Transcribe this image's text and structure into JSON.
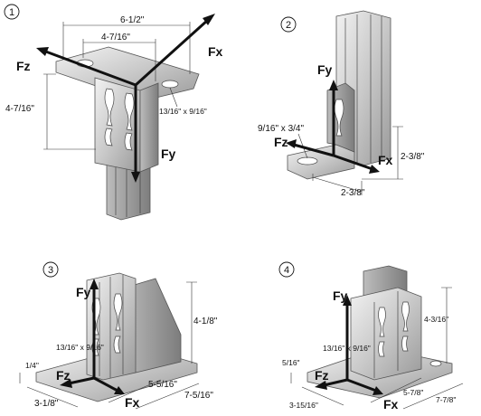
{
  "panels": [
    {
      "number": "1",
      "forces": {
        "fx": "Fx",
        "fy": "Fy",
        "fz": "Fz"
      },
      "dims": {
        "overall_width": "6-1/2\"",
        "inner_width": "4-7/16\"",
        "height": "4-7/16\"",
        "hole": "13/16\" x 9/16\""
      }
    },
    {
      "number": "2",
      "forces": {
        "fx": "Fx",
        "fy": "Fy",
        "fz": "Fz"
      },
      "dims": {
        "hole": "9/16\" x 3/4\"",
        "height": "2-3/8\"",
        "width": "2-3/8\""
      }
    },
    {
      "number": "3",
      "forces": {
        "fx": "Fx",
        "fy": "Fy",
        "fz": "Fz"
      },
      "dims": {
        "height": "4-1/8\"",
        "hole": "13/16\" x 9/16\"",
        "thickness": "1/4\"",
        "base_depth": "3-1/8\"",
        "inner_length": "5-5/16\"",
        "overall_length": "7-5/16\""
      }
    },
    {
      "number": "4",
      "forces": {
        "fx": "Fx",
        "fy": "Fy",
        "fz": "Fz"
      },
      "dims": {
        "height": "4-3/16\"",
        "hole": "13/16\" x 9/16\"",
        "thickness": "5/16\"",
        "base_depth": "3-15/16\"",
        "inner_length": "5-7/8\"",
        "overall_length": "7-7/8\""
      }
    }
  ]
}
